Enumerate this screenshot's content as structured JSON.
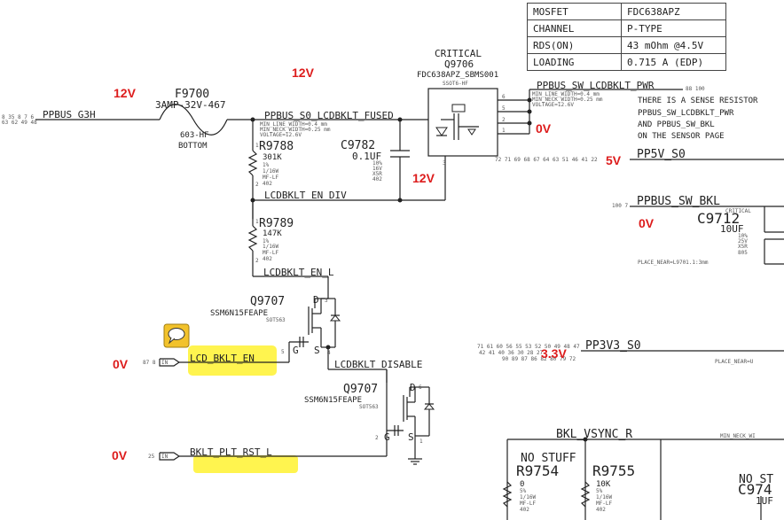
{
  "spec_table": [
    {
      "key": "MOSFET",
      "value": "FDC638APZ"
    },
    {
      "key": "CHANNEL",
      "value": "P-TYPE"
    },
    {
      "key": "RDS(ON)",
      "value": "43 mOhm @4.5V"
    },
    {
      "key": "LOADING",
      "value": "0.715 A (EDP)"
    }
  ],
  "annotations": {
    "v_12_a": "12V",
    "v_12_b": "12V",
    "v_12_c": "12V",
    "v_0_a": "0V",
    "v_5": "5V",
    "v_0_b": "0V",
    "v_33": "3.3V",
    "v_0_c": "0V",
    "v_0_d": "0V"
  },
  "nets": {
    "ppbus_g3h": "PPBUS_G3H",
    "ppbus_s0": "PPBUS_S0_LCDBKLT_FUSED",
    "ppbus_s0_notes": [
      "MIN_LINE_WIDTH=0.4 mm",
      "MIN_NECK_WIDTH=0.25 mm",
      "VOLTAGE=12.6V"
    ],
    "ppbus_sw": "PPBUS_SW_LCDBKLT_PWR",
    "ppbus_sw_notes": [
      "MIN_LINE_WIDTH=0.4 mm",
      "MIN_NECK_WIDTH=0.25 mm",
      "VOLTAGE=12.6V"
    ],
    "pp5v": "PP5V_S0",
    "ppbus_sw_bkl": "PPBUS_SW_BKL",
    "lcdbklt_en_div": "LCDBKLT_EN_DIV",
    "lcdbklt_en_l": "LCDBKLT_EN_L",
    "lcd_bklt_en": "LCD_BKLT_EN",
    "lcdbklt_disable": "LCDBKLT_DISABLE",
    "bklt_plt_rst_l": "BKLT_PLT_RST_L",
    "pp3v3": "PP3V3_S0",
    "bkl_vsync": "BKL_VSYNC_R",
    "place_near_u": "PLACE_NEAR=U",
    "min_neck_wi": "MIN_NECK_WI",
    "place_near_l9701": "PLACE_NEAR=L9701.1:3mm"
  },
  "sense_note": [
    "THERE IS A SENSE RESISTOR",
    "PPBUS_SW_LCDBKLT_PWR",
    "AND PPBUS_SW_BKL",
    "ON THE SENSOR PAGE"
  ],
  "components": {
    "f9700": {
      "ref": "F9700",
      "value": "3AMP-32V-467",
      "pkg": "603-HF",
      "side": "BOTTOM"
    },
    "q9706": {
      "critical": "CRITICAL",
      "ref": "Q9706",
      "part": "FDC638APZ_SBMS001",
      "pkg": "SSOT6-HF"
    },
    "r9788": {
      "ref": "R9788",
      "value": "301K",
      "tol": "1%",
      "power": "1/16W",
      "type": "MF-LF",
      "size": "402"
    },
    "c9782": {
      "ref": "C9782",
      "value": "0.1UF",
      "tol": "10%",
      "volt": "16V",
      "diel": "X5R",
      "size": "402"
    },
    "r9789": {
      "ref": "R9789",
      "value": "147K",
      "tol": "1%",
      "power": "1/16W",
      "type": "MF-LF",
      "size": "402"
    },
    "q9707a": {
      "ref": "Q9707",
      "part": "SSM6N15FEAPE",
      "pkg": "SOT563"
    },
    "q9707b": {
      "ref": "Q9707",
      "part": "SSM6N15FEAPE",
      "pkg": "SOT563"
    },
    "c9712": {
      "critical": "CRITICAL",
      "ref": "C9712",
      "value": "10UF",
      "tol": "10%",
      "volt": "25V",
      "diel": "X5R",
      "size": "805"
    },
    "r9754": {
      "stuff": "NO STUFF",
      "ref": "R9754",
      "value": "0",
      "tol": "5%",
      "power": "1/16W",
      "type": "MF-LF",
      "size": "402"
    },
    "r9755": {
      "ref": "R9755",
      "value": "10K",
      "tol": "5%",
      "power": "1/16W",
      "type": "MF-LF",
      "size": "402"
    },
    "c974x": {
      "stuff": "NO ST",
      "ref": "C974",
      "value": "1UF"
    }
  },
  "ports": {
    "in": "IN"
  },
  "pins": {
    "p1": "1",
    "p2": "2",
    "p3": "3",
    "p4": "4",
    "p5": "5",
    "p6": "6",
    "d": "D",
    "g": "G",
    "s": "S"
  },
  "page_refs": {
    "g3h": "8 35 8 7 6\n63 62 49 48",
    "sw_pwr": "88 100",
    "pp5v": "72 71 69 68 67 64 63 51 46 41 22",
    "sw_bkl": "100 7",
    "lcd_en": "87 8",
    "bklt_rst": "25",
    "pp3v3": "71 61 60 56 55 53 52 50 49 48 47"
  }
}
